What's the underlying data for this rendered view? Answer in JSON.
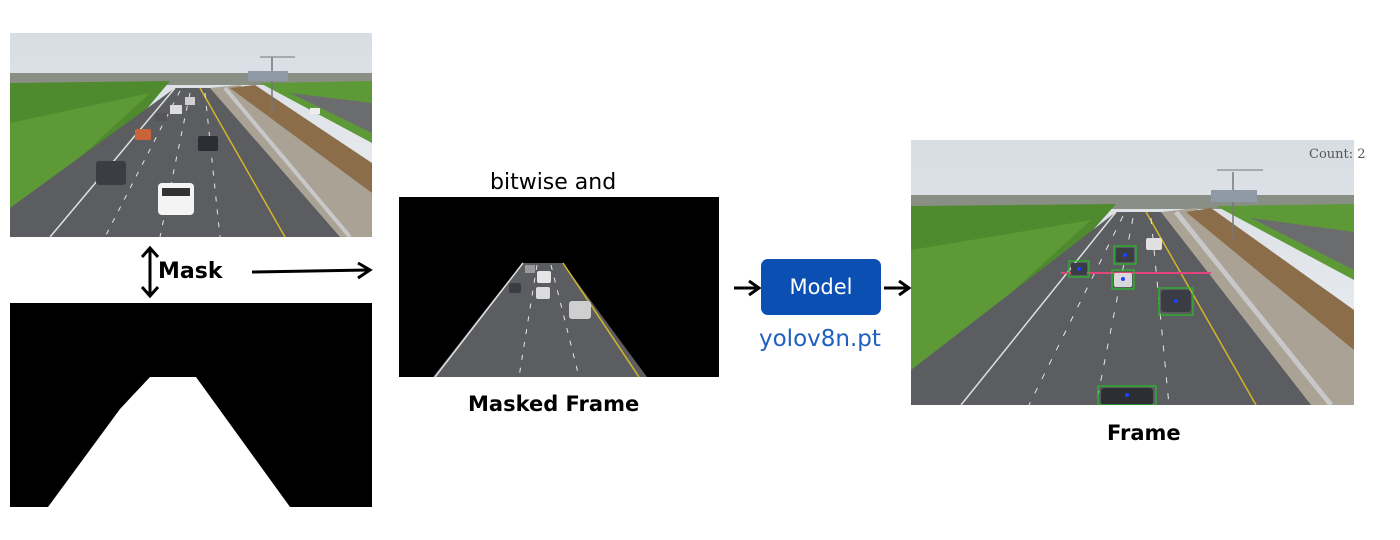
{
  "labels": {
    "mask": "Mask",
    "bitwise": "bitwise and",
    "masked_frame": "Masked Frame",
    "model": "Model",
    "model_file": "yolov8n.pt",
    "frame": "Frame",
    "count": "Count: 2"
  },
  "colors": {
    "model_box": "#0b4fb3",
    "model_file": "#1e5fbf",
    "detection_box": "#22c022",
    "count_line": "#e0457b"
  },
  "icons": {
    "mask_arrow": "double-vertical-arrow-icon",
    "flow_arrow": "right-arrow-icon"
  }
}
